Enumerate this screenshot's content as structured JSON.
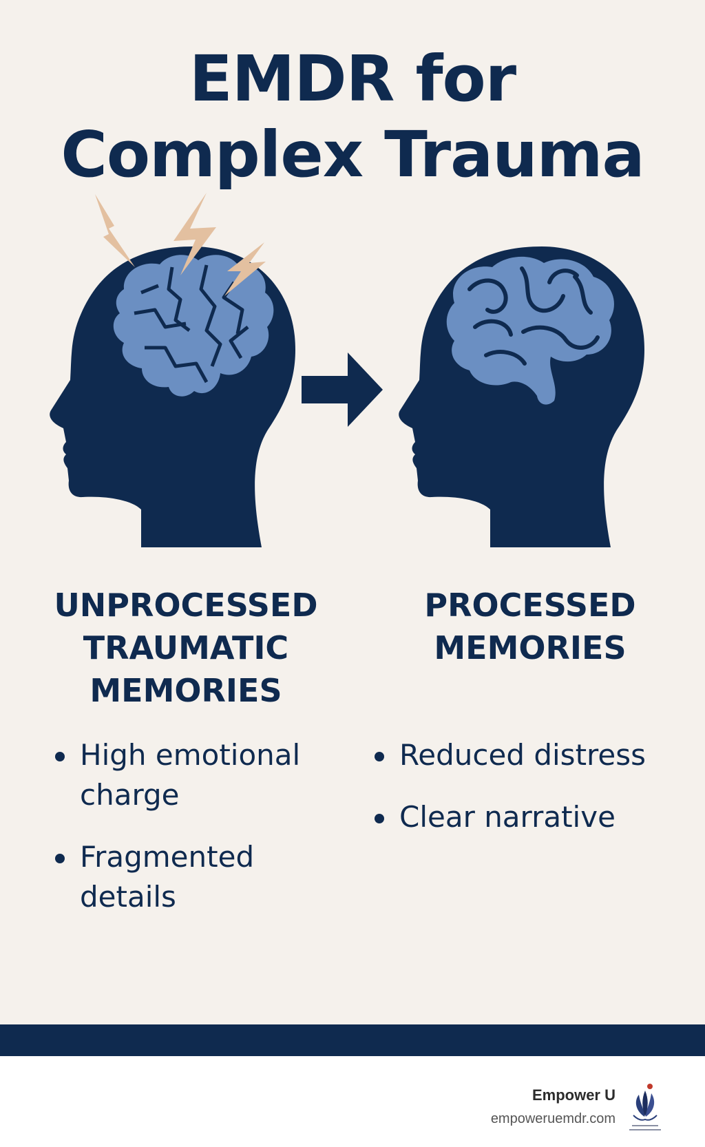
{
  "title": {
    "line1": "EMDR for",
    "line2": "Complex Trauma"
  },
  "left": {
    "heading": [
      "UNPROCESSED",
      "TRAUMATIC",
      "MEMORIES"
    ],
    "bullets": [
      "High emotional charge",
      "Fragmented details"
    ]
  },
  "right": {
    "heading": [
      "PROCESSED",
      "MEMORIES"
    ],
    "bullets": [
      "Reduced distress",
      "Clear narrative"
    ]
  },
  "footer": {
    "brand": "Empower U",
    "url": "empoweruemdr.com"
  },
  "icons": [
    "head-silhouette-icon",
    "brain-icon",
    "lightning-bolt-icon",
    "arrow-right-icon",
    "empower-u-logo"
  ],
  "colors": {
    "navy": "#0f2a4f",
    "brain_blue": "#6b8fc2",
    "bolt_tan": "#e3c0a0",
    "background": "#f5f1ec"
  }
}
